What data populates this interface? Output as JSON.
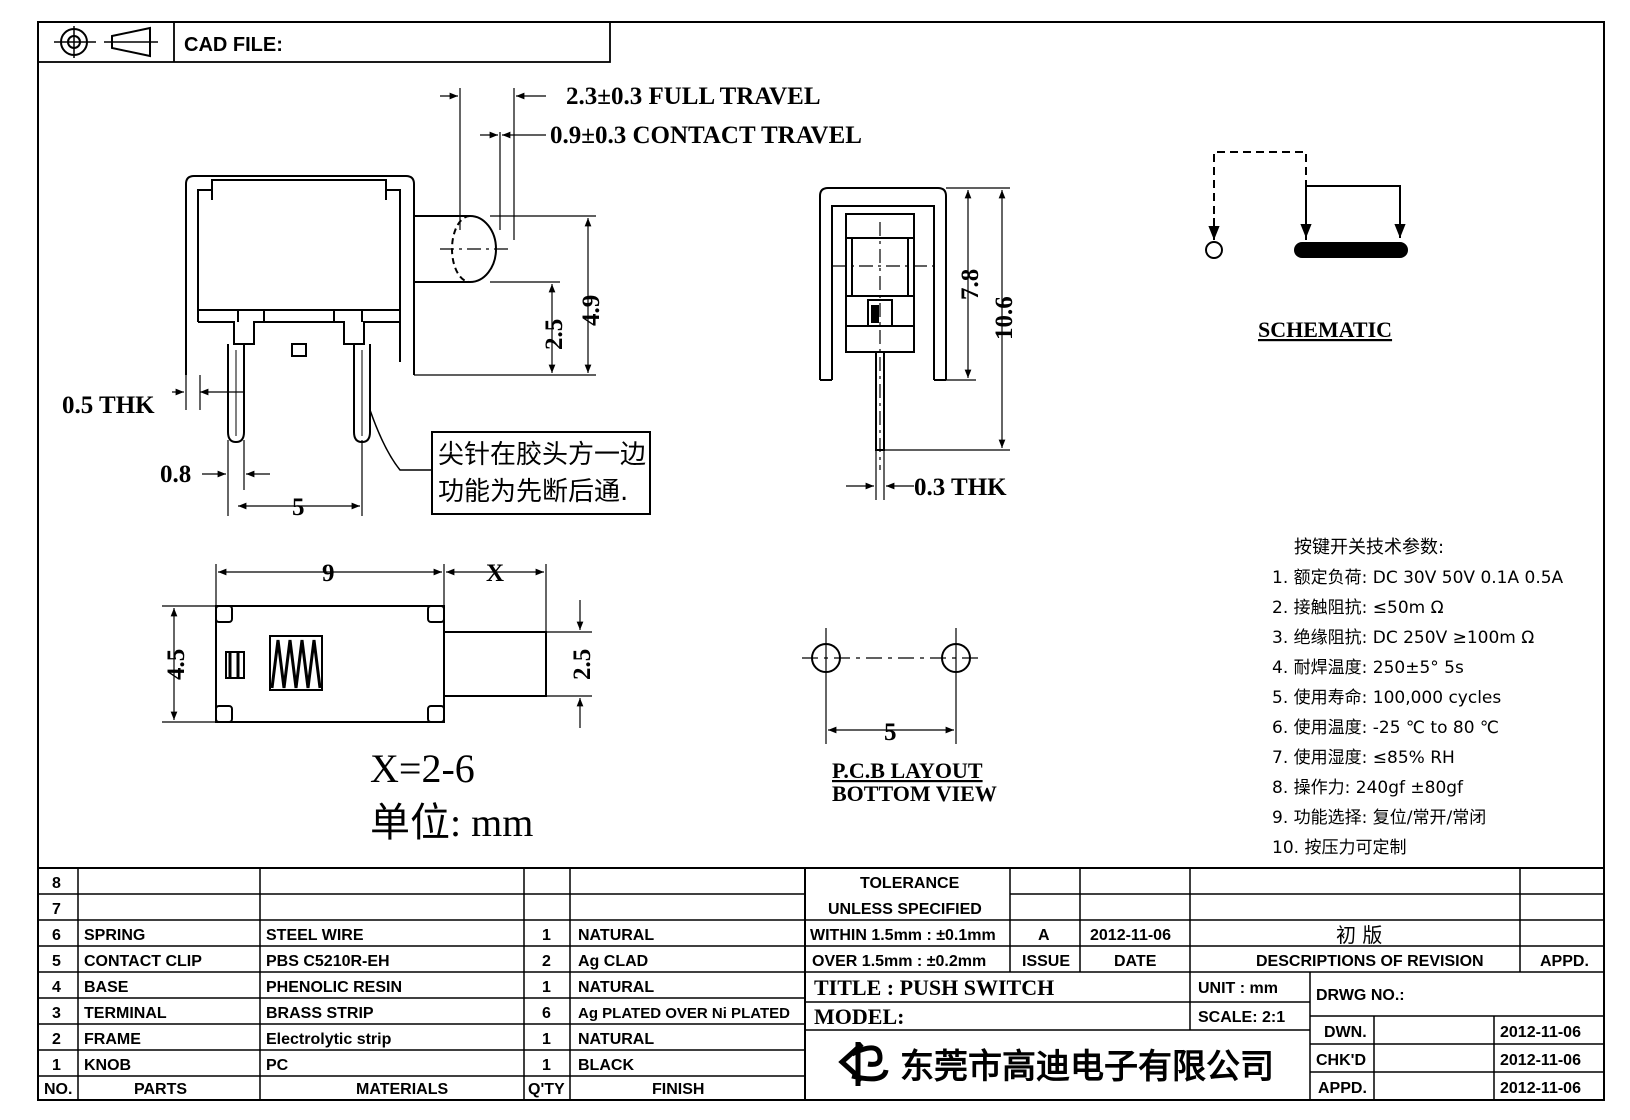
{
  "header": {
    "cad_file_label": "CAD FILE:"
  },
  "dims": {
    "full_travel": "2.3±0.3 FULL TRAVEL",
    "contact_travel": "0.9±0.3 CONTACT TRAVEL",
    "thk_05": "0.5 THK",
    "d_08": "0.8",
    "d_5": "5",
    "d_25": "2.5",
    "d_49": "4.9",
    "d_78": "7.8",
    "d_106": "10.6",
    "thk_03": "0.3 THK",
    "top_9": "9",
    "top_x": "X",
    "d_45": "4.5",
    "d_25b": "2.5",
    "pcb_5": "5"
  },
  "note_box": {
    "line1": "尖针在胶头方一边",
    "line2": "功能为先断后通."
  },
  "x_range": "X=2-6",
  "unit_note": "单位: mm",
  "schematic_label": "SCHEMATIC",
  "pcb_layout": {
    "line1": "P.C.B LAYOUT",
    "line2": "BOTTOM VIEW"
  },
  "specs": {
    "title": "按键开关技术参数:",
    "items": [
      "1.  额定负荷: DC 30V 50V    0.1A  0.5A",
      "2.  接触阻抗:  ≤50m Ω",
      "3.  绝缘阻抗: DC 250V  ≥100m Ω",
      "4.  耐焊温度: 250±5°    5s",
      "5.  使用寿命: 100,000 cycles",
      "6.  使用温度: -25  ℃  to 80  ℃",
      "7.  使用湿度:  ≤85% RH",
      "8.  操作力: 240gf  ±80gf",
      "9.  功能选择: 复位/常开/常闭",
      "10.  按压力可定制"
    ]
  },
  "bom": {
    "header": {
      "no": "NO.",
      "parts": "PARTS",
      "materials": "MATERIALS",
      "qty": "Q'TY",
      "finish": "FINISH"
    },
    "rows": [
      {
        "no": "8",
        "part": "",
        "material": "",
        "qty": "",
        "finish": ""
      },
      {
        "no": "7",
        "part": "",
        "material": "",
        "qty": "",
        "finish": ""
      },
      {
        "no": "6",
        "part": "SPRING",
        "material": "STEEL WIRE",
        "qty": "1",
        "finish": "NATURAL"
      },
      {
        "no": "5",
        "part": "CONTACT CLIP",
        "material": "PBS C5210R-EH",
        "qty": "2",
        "finish": "Ag CLAD"
      },
      {
        "no": "4",
        "part": "BASE",
        "material": "PHENOLIC RESIN",
        "qty": "1",
        "finish": "NATURAL"
      },
      {
        "no": "3",
        "part": "TERMINAL",
        "material": "BRASS STRIP",
        "qty": "6",
        "finish": "Ag PLATED OVER Ni PLATED"
      },
      {
        "no": "2",
        "part": "FRAME",
        "material": "Electrolytic strip",
        "qty": "1",
        "finish": "NATURAL"
      },
      {
        "no": "1",
        "part": "KNOB",
        "material": "PC",
        "qty": "1",
        "finish": "BLACK"
      }
    ]
  },
  "tolerance": {
    "line1": "TOLERANCE",
    "line2": "UNLESS SPECIFIED",
    "line3": "WITHIN 1.5mm : ±0.1mm",
    "line4": "OVER 1.5mm : ±0.2mm"
  },
  "revision": {
    "issue_value": "A",
    "date_value": "2012-11-06",
    "description_value": "初 版",
    "issue_label": "ISSUE",
    "date_label": "DATE",
    "description_label": "DESCRIPTIONS OF REVISION",
    "appd_label": "APPD."
  },
  "title_block": {
    "title": "TITLE :  PUSH SWITCH",
    "model": "MODEL:",
    "unit": "UNIT :  mm",
    "scale": "SCALE:  2:1",
    "drwg_no": "DRWG NO.:",
    "company": "东莞市高迪电子有限公司",
    "dwn_label": "DWN.",
    "dwn_date": "2012-11-06",
    "chkd_label": "CHK'D",
    "chkd_date": "2012-11-06",
    "appd_label": "APPD.",
    "appd_date": "2012-11-06"
  }
}
